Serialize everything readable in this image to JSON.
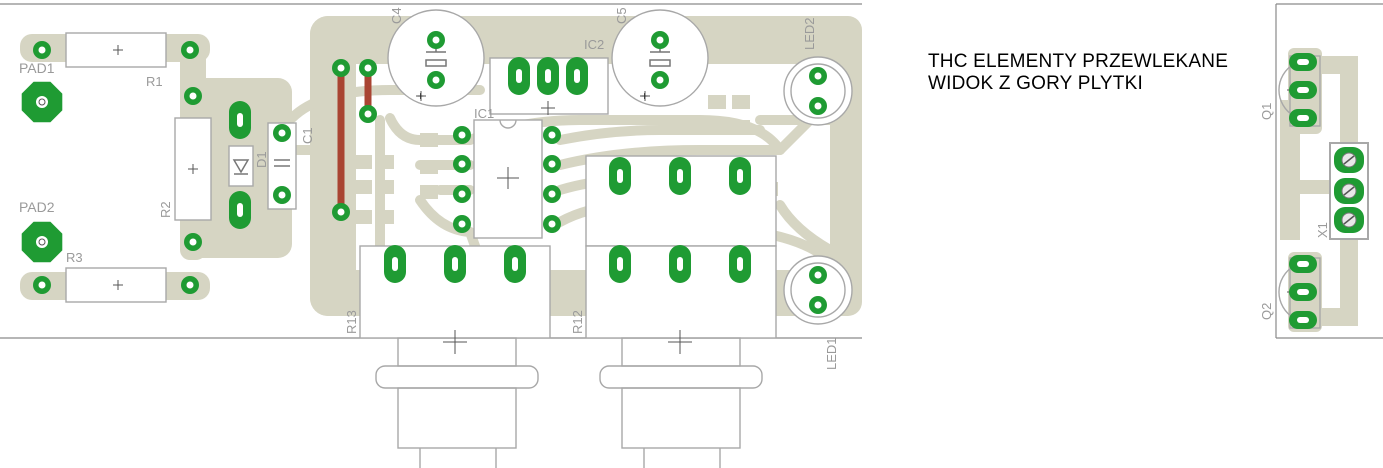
{
  "title_lines": [
    "THC ELEMENTY PRZEWLEKANE",
    "WIDOK Z GORY PLYTKI"
  ],
  "labels": {
    "pad1": "PAD1",
    "pad2": "PAD2",
    "r1": "R1",
    "r2": "R2",
    "r3": "R3",
    "d1": "D1",
    "c1": "C1",
    "c4": "C4",
    "c5": "C5",
    "ic1": "IC1",
    "ic2": "IC2",
    "led1": "LED1",
    "led2": "LED2",
    "r12": "R12",
    "r13": "R13",
    "q1": "Q1",
    "q2": "Q2",
    "x1": "X1"
  },
  "colors": {
    "background": "#ffffff",
    "copper": "#d6d5c3",
    "pad": "#1f9b33",
    "hole": "#ffffff",
    "silkscreen": "#a8a8a8",
    "jumper": "#a94432",
    "board_outline": "#888888",
    "title_text": "#000000"
  }
}
